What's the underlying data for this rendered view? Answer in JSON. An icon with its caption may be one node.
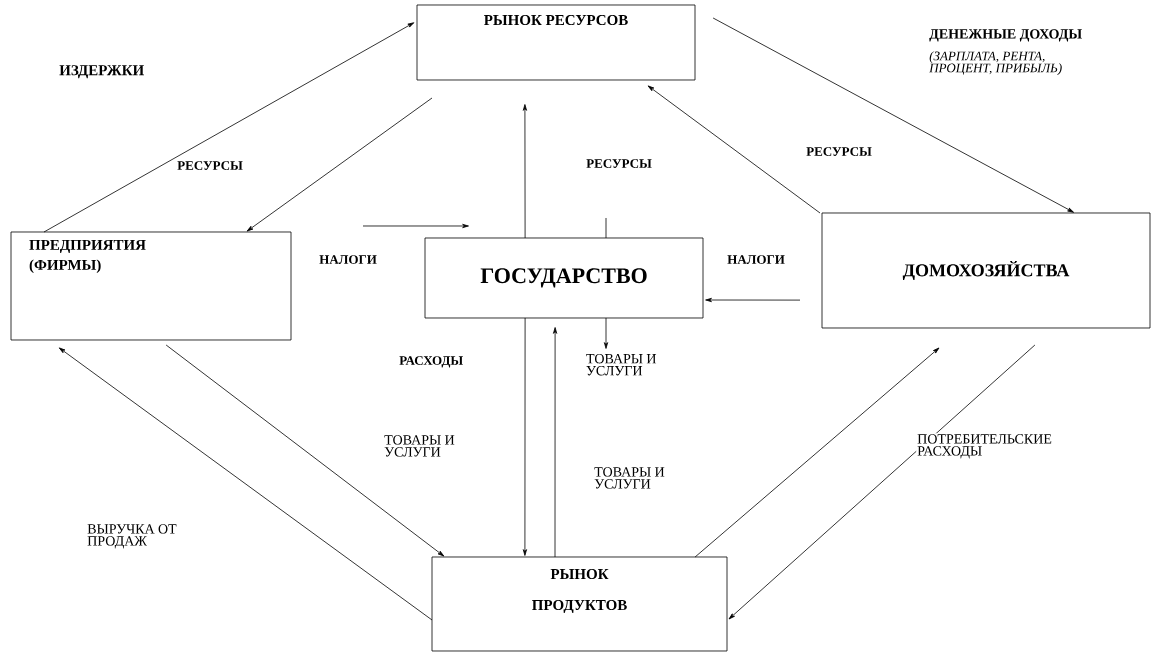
{
  "diagram": {
    "nodes": [
      {
        "text": [
          "РЫНОК РЕСУРСОВ"
        ]
      },
      {
        "text": [
          "ПРЕДПРИЯТИЯ (ФИРМЫ)"
        ]
      },
      {
        "text": [
          "ГОСУДАРСТВО"
        ]
      },
      {
        "text": [
          "ДОМОХОЗЯЙСТВА"
        ]
      },
      {
        "text": [
          "РЫНОК ПРОДУКТОВ"
        ]
      },
      {
        "text": [
          "ТОВАРЫ И УСЛУГИ"
        ]
      }
    ],
    "edges": [
      {
        "from": 1,
        "to": 0,
        "arrow": "to"
      },
      {
        "from": 0,
        "to": 1,
        "arrow": "to"
      },
      {
        "from": 2,
        "to": 0,
        "arrow": "to"
      },
      {
        "from": null,
        "to": 2,
        "arrow": "to"
      },
      {
        "from": 3,
        "to": 2,
        "arrow": "to"
      },
      {
        "from": 0,
        "to": 3,
        "arrow": "to"
      },
      {
        "from": 3,
        "to": 0,
        "arrow": "to"
      },
      {
        "from": 2,
        "to": 4,
        "arrow": "to"
      },
      {
        "from": 4,
        "to": 2,
        "arrow": "to"
      },
      {
        "from": 2,
        "to": 5,
        "arrow": "to"
      },
      {
        "from": 1,
        "to": 4,
        "arrow": "to"
      },
      {
        "from": 4,
        "to": 1,
        "arrow": "to"
      },
      {
        "from": 4,
        "to": 3,
        "arrow": "to"
      },
      {
        "from": 3,
        "to": 4,
        "arrow": "to"
      }
    ],
    "labels": [
      "ИЗДЕРЖКИ",
      "ДЕНЕЖНЫЕ ДОХОДЫ",
      "(ЗАРПЛАТА, РЕНТА, ПРОЦЕНТ, ПРИБЫЛЬ)",
      "РЕСУРСЫ",
      "РЕСУРСЫ",
      "РЕСУРСЫ",
      "НАЛОГИ",
      "НАЛОГИ",
      "РАСХОДЫ",
      "ТОВАРЫ И УСЛУГИ",
      "ТОВАРЫ И УСЛУГИ",
      "ПОТРЕБИТЕЛЬСКИЕ РАСХОДЫ",
      "ВЫРУЧКА ОТ ПРОДАЖ"
    ]
  }
}
